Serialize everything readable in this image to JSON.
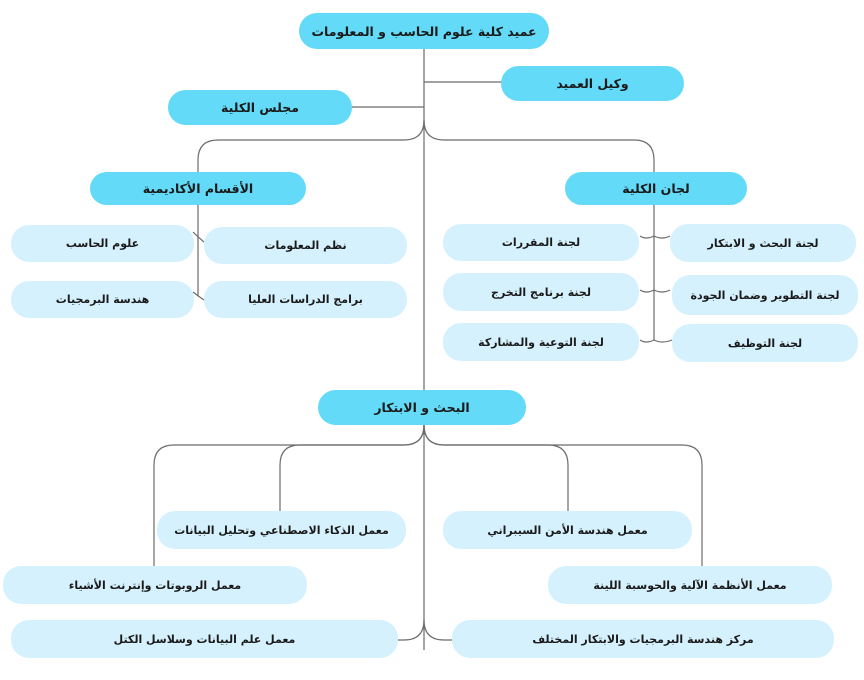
{
  "colors": {
    "primary_node": "#62daf8",
    "secondary_node": "#d5f1fd",
    "connector": "#6b6b6b"
  },
  "dean": "عميد كلية علوم الحاسب و المعلومات",
  "vice_dean": "وكيل العميد",
  "council": "مجلس الكلية",
  "academic_departments": {
    "title": "الأقسام الأكاديمية",
    "items": [
      "نظم المعلومات",
      "علوم الحاسب",
      "برامج الدراسات العليا",
      "هندسة البرمجيات"
    ]
  },
  "committees": {
    "title": "لجان الكلية",
    "items": [
      "لجنة البحث و الابتكار",
      "لجنة المقررات",
      "لجنة التطوير وضمان الجودة",
      "لجنة برنامج التخرج",
      "لجنة التوظيف",
      "لجنة التوعية والمشاركة"
    ]
  },
  "research": {
    "title": "البحث و الابتكار",
    "items": [
      "معمل هندسة الأمن السيبراني",
      "معمل الذكاء الاصطناعي وتحليل البيانات",
      "معمل الأنظمة الآلية والحوسبة اللينة",
      "معمل الروبوتات وإنترنت الأشياء",
      "مركز هندسة البرمجيات والابتكار المختلف",
      "معمل علم البيانات وسلاسل الكتل"
    ]
  }
}
